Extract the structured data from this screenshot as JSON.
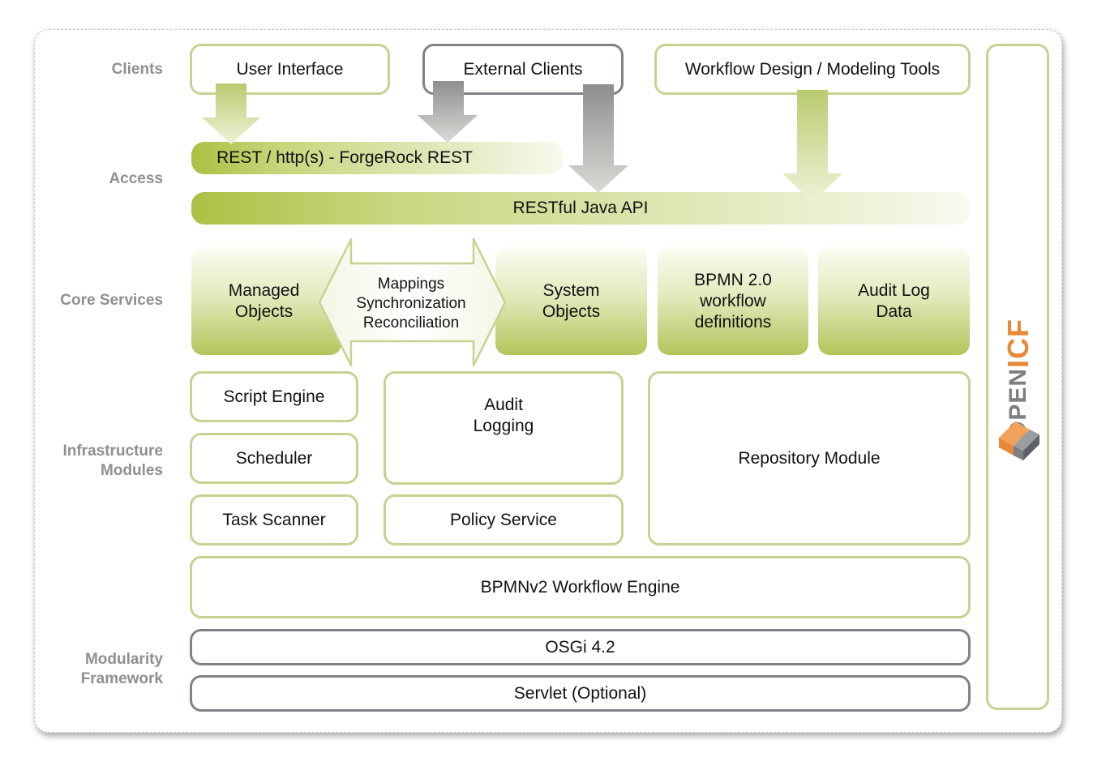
{
  "row_labels": {
    "clients": "Clients",
    "access": "Access",
    "core_services": "Core Services",
    "infrastructure": "Infrastructure\nModules",
    "modularity": "Modularity\nFramework"
  },
  "clients": {
    "user_interface": "User Interface",
    "external_clients": "External Clients",
    "workflow_tools": "Workflow Design / Modeling Tools"
  },
  "access": {
    "rest_http": "REST / http(s) - ForgeRock REST",
    "restful_java_api": "RESTful Java API"
  },
  "core": {
    "managed_objects": "Managed\nObjects",
    "mappings": [
      "Mappings",
      "Synchronization",
      "Reconciliation"
    ],
    "system_objects": "System\nObjects",
    "bpmn_definitions": "BPMN 2.0\nworkflow\ndefinitions",
    "audit_log_data": "Audit Log\nData"
  },
  "infrastructure": {
    "script_engine": "Script Engine",
    "scheduler": "Scheduler",
    "task_scanner": "Task Scanner",
    "audit_logging": "Audit\nLogging",
    "policy_service": "Policy Service",
    "repository_module": "Repository Module",
    "workflow_engine": "BPMNv2  Workflow Engine"
  },
  "modularity": {
    "osgi": "OSGi 4.2",
    "servlet": "Servlet (Optional)"
  },
  "logo": {
    "text_open": "OPEN",
    "text_icf": "ICF"
  },
  "colors": {
    "green_border": "#c4d391",
    "gray_border": "#7f8389",
    "green_gradient": "#adbf43",
    "logo_orange": "#e8893a",
    "logo_gray": "#7c7f83"
  }
}
